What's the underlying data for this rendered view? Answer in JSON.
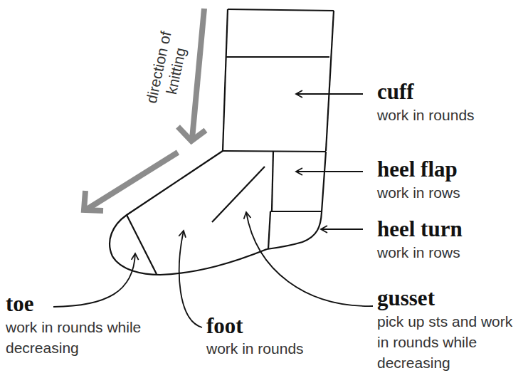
{
  "diagram": {
    "labels": [
      "direction of knitting",
      "cuff",
      "work in rounds",
      "heel flap",
      "work in rows",
      "heel turn",
      "work in rows",
      "toe",
      "work in rounds while decreasing",
      "foot",
      "work in rounds",
      "gusset",
      "pick up sts and work in rounds while decreasing"
    ]
  }
}
